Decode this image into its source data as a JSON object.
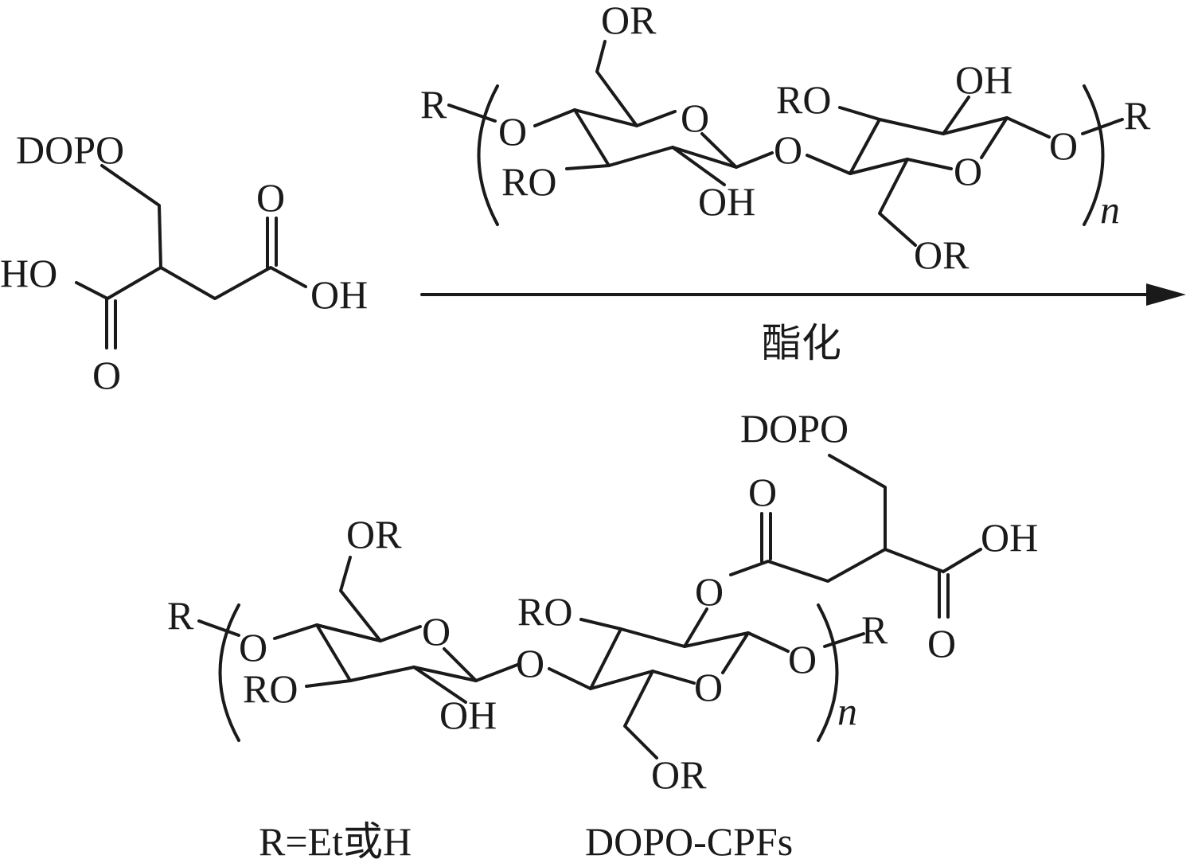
{
  "reactant_acid": {
    "substituent": "DOPO",
    "acid_left": "HO",
    "acid_right": "OH",
    "carbonyl_top": "O",
    "carbonyl_bottom": "O"
  },
  "cellulose_top": {
    "end_left": "R",
    "end_right": "R",
    "repeat_n": "n",
    "labels": {
      "or_top": "OR",
      "o_link_left": "O",
      "o_ring1": "O",
      "ro_ring1": "RO",
      "oh_ring1": "OH",
      "o_glycosidic": "O",
      "ro_ring2": "RO",
      "oh_ring2": "OH",
      "o_ring2": "O",
      "o_link_right": "O",
      "or_bottom": "OR"
    }
  },
  "reaction": {
    "condition": "酯化"
  },
  "product": {
    "end_left": "R",
    "end_right": "R",
    "repeat_n": "n",
    "labels": {
      "or_top": "OR",
      "o_link_left": "O",
      "o_ring1": "O",
      "ro_ring1": "RO",
      "oh_ring1": "OH",
      "o_glycosidic": "O",
      "ro_ring2": "RO",
      "o_ester": "O",
      "o_link_right": "O",
      "o_ring2": "O",
      "or_bottom": "OR"
    },
    "side_chain": {
      "substituent": "DOPO",
      "carbonyl_o": "O",
      "acid_oh": "OH",
      "acid_o": "O"
    }
  },
  "footnote": {
    "r_definition": "R=Et或H",
    "product_name": "DOPO-CPFs"
  }
}
